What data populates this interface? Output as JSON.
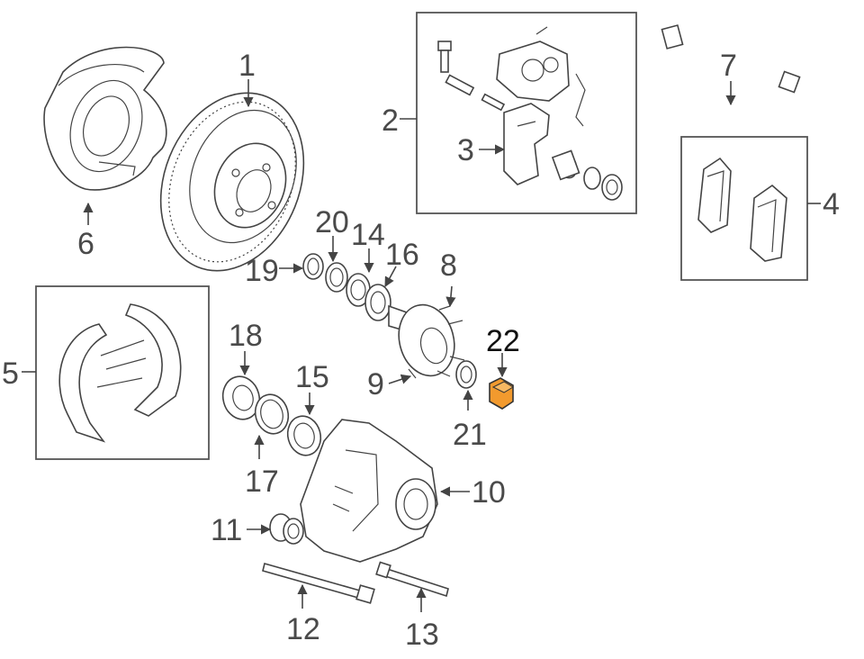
{
  "colors": {
    "highlight": "#f29a2e",
    "line": "#444444"
  },
  "callouts": {
    "c1": "1",
    "c2": "2",
    "c3": "3",
    "c4": "4",
    "c5": "5",
    "c6": "6",
    "c7": "7",
    "c8": "8",
    "c9": "9",
    "c10": "10",
    "c11": "11",
    "c12": "12",
    "c13": "13",
    "c14": "14",
    "c15": "15",
    "c16": "16",
    "c17": "17",
    "c18": "18",
    "c19": "19",
    "c20": "20",
    "c21": "21",
    "c22": "22"
  }
}
